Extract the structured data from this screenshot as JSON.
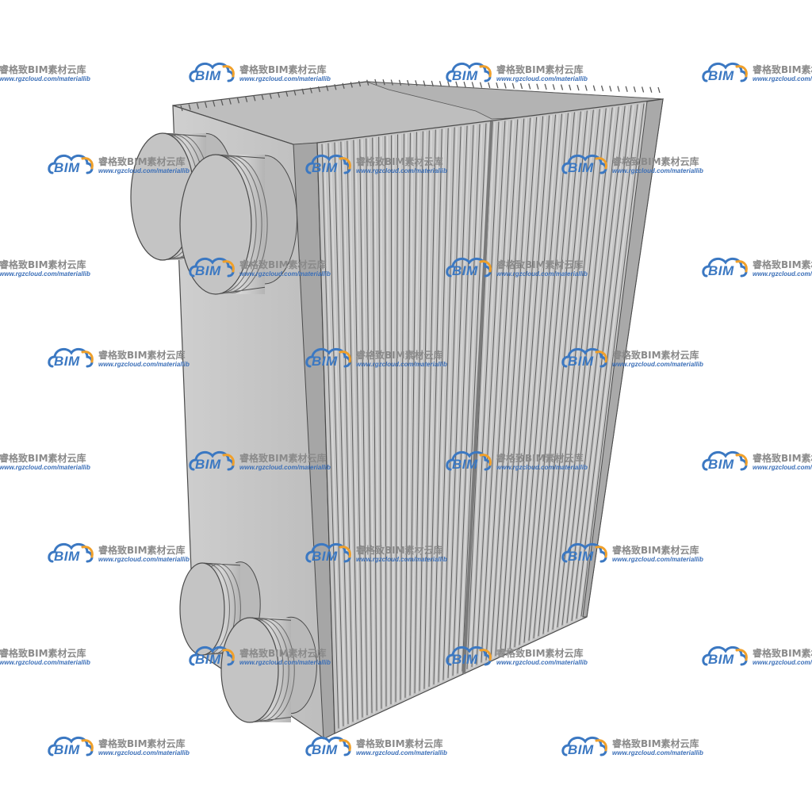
{
  "watermark": {
    "brand": "BIM",
    "name": "睿格致BIM素材云库",
    "url": "www.rgzcloud.com/materiallib",
    "brand_color": "#3b78c2",
    "accent_color": "#f0a02a"
  },
  "object": {
    "fill_color": "#c9c9c9",
    "edge_color": "#4a4a4a",
    "port_count": 4,
    "icon": "plate-heat-exchanger-icon"
  }
}
